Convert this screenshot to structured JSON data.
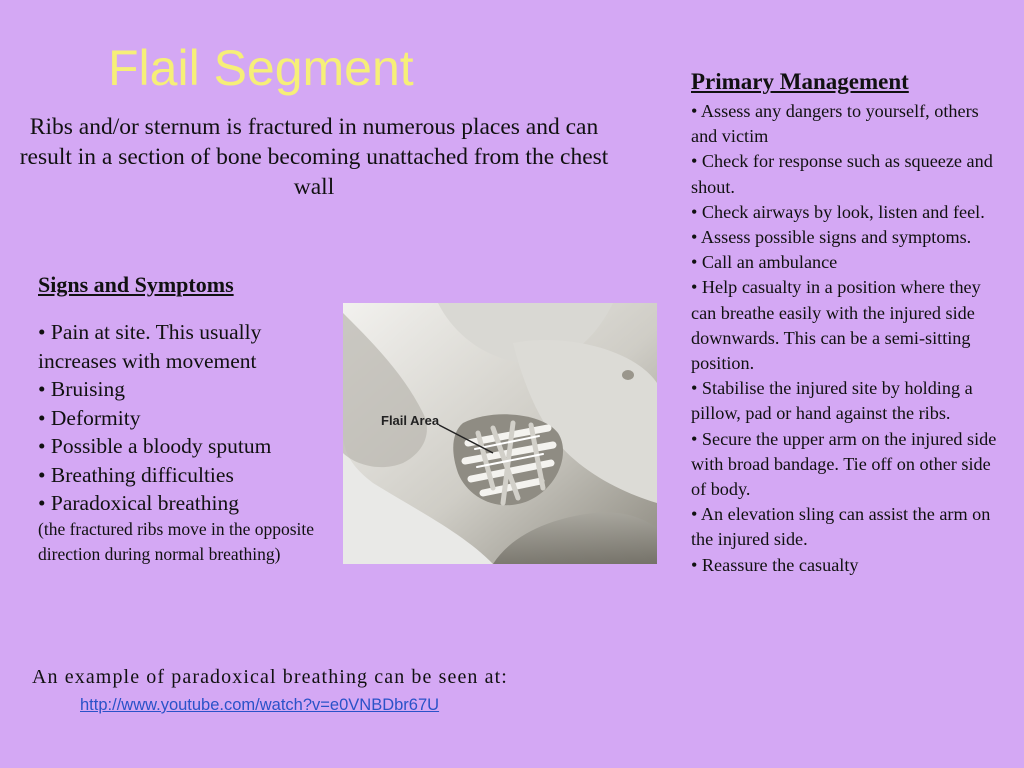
{
  "slide": {
    "title": "Flail Segment",
    "intro": "Ribs and/or sternum is fractured in numerous places and can result in a section of bone becoming unattached from the chest wall"
  },
  "signs": {
    "heading": "Signs and Symptoms",
    "items": [
      "• Pain at site. This usually",
      "increases with movement",
      "• Bruising",
      "• Deformity",
      "• Possible a bloody sputum",
      "• Breathing difficulties",
      "• Paradoxical breathing"
    ],
    "note": "(the fractured ribs move in the opposite direction during normal breathing)"
  },
  "figure": {
    "label": "Flail Area"
  },
  "management": {
    "heading": "Primary Management",
    "items": [
      "• Assess any dangers to yourself, others and victim",
      "• Check for response such as squeeze and shout.",
      "• Check airways by look, listen and feel.",
      "• Assess possible signs and symptoms.",
      "• Call an ambulance",
      "• Help casualty in a position where they can breathe easily with the injured side downwards. This can be a semi-sitting position.",
      "• Stabilise the injured site by holding a pillow, pad or hand against the ribs.",
      "• Secure the upper arm on the injured side with broad bandage. Tie off on other side of body.",
      "• An elevation sling can assist the arm on the injured side.",
      "• Reassure the casualty"
    ]
  },
  "footer": {
    "text": "An example of paradoxical breathing can be seen at:",
    "link": "http://www.youtube.com/watch?v=e0VNBDbr67U"
  }
}
